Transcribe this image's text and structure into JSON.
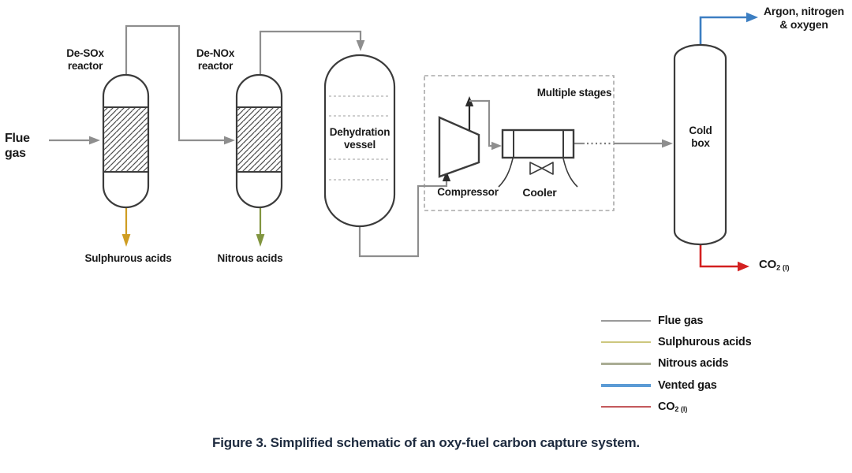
{
  "diagram": {
    "inputs": {
      "flue_gas": "Flue gas"
    },
    "equipment": {
      "desox": "De-SOx\nreactor",
      "denox": "De-NOx\nreactor",
      "dehydration": "Dehydration\nvessel",
      "multiple_stages": "Multiple stages",
      "compressor": "Compressor",
      "cooler": "Cooler",
      "cold_box": "Cold\nbox"
    },
    "outputs": {
      "sulphurous": "Sulphurous acids",
      "nitrous": "Nitrous acids",
      "argon": "Argon, nitrogen\n& oxygen",
      "co2_base": "CO",
      "co2_sub": "2 (l)"
    }
  },
  "legend": {
    "items": [
      {
        "label": "Flue gas",
        "color": "#9a9a9a"
      },
      {
        "label": "Sulphurous acids",
        "color": "#cdc77e"
      },
      {
        "label": "Nitrous acids",
        "color": "#a9ac93"
      },
      {
        "label": "Vented gas",
        "color": "#5b9bd5"
      },
      {
        "label": "CO",
        "sub": "2 (l)",
        "color": "#c4595c"
      }
    ]
  },
  "caption": "Figure 3. Simplified schematic of an oxy-fuel carbon capture system.",
  "colors": {
    "flue_gas_line": "#8e8e8e",
    "sulphurous_arrow": "#cf9d22",
    "nitrous_arrow": "#81953f",
    "vented_gas_arrow": "#3c7ec2",
    "co2_arrow": "#d32020",
    "vessel_outline": "#3b3b3b"
  }
}
